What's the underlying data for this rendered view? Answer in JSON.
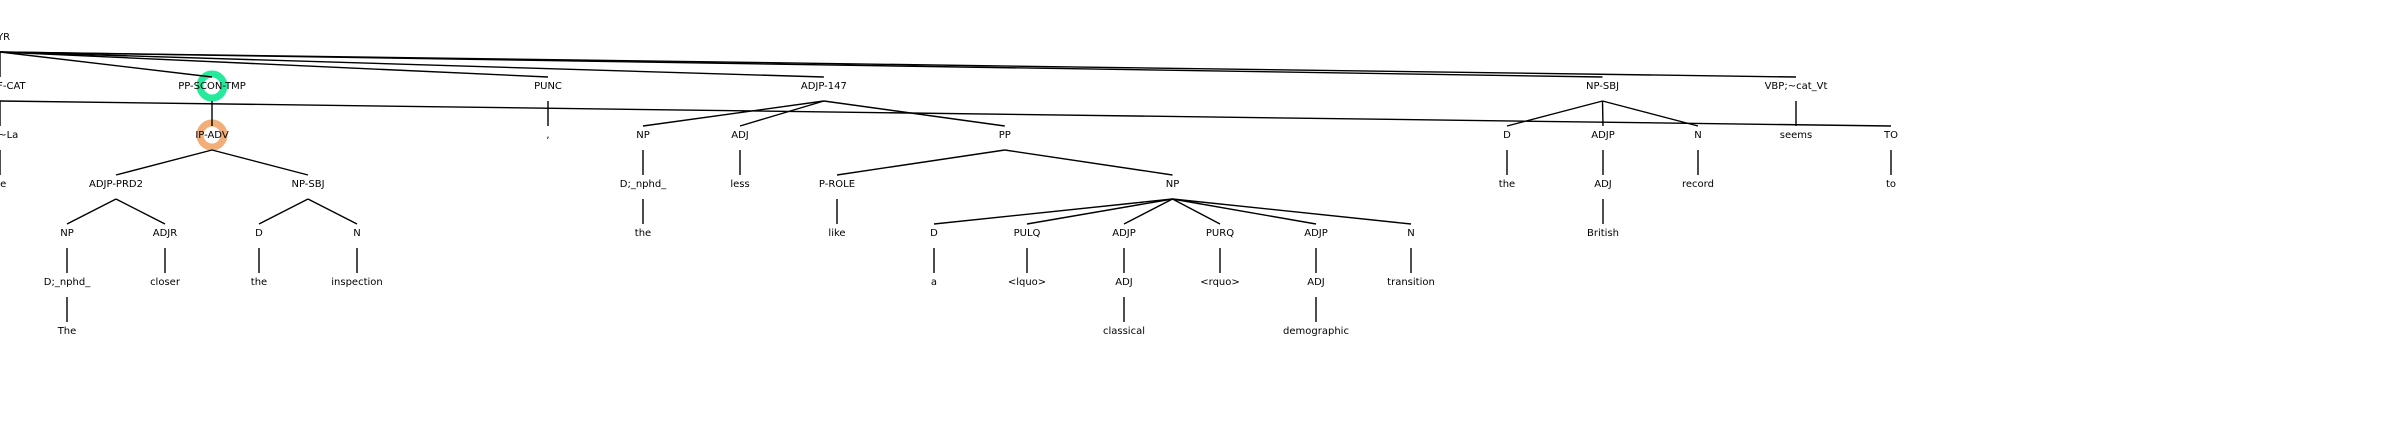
{
  "tree": {
    "label": "ILYR",
    "children": [
      {
        "label": "PP-SCON-TMP",
        "highlight": "green",
        "children": [
          {
            "label": "IP-ADV",
            "highlight": "orange",
            "children": [
              {
                "label": "ADJP-PRD2",
                "children": [
                  {
                    "label": "NP",
                    "children": [
                      {
                        "label": "D;_nphd_",
                        "children": [
                          {
                            "label": "The"
                          }
                        ]
                      }
                    ]
                  },
                  {
                    "label": "ADJR",
                    "children": [
                      {
                        "label": "closer"
                      }
                    ]
                  }
                ]
              },
              {
                "label": "NP-SBJ",
                "children": [
                  {
                    "label": "D",
                    "children": [
                      {
                        "label": "the"
                      }
                    ]
                  },
                  {
                    "label": "N",
                    "children": [
                      {
                        "label": "inspection"
                      }
                    ]
                  }
                ]
              }
            ]
          }
        ]
      },
      {
        "label": "PUNC",
        "children": [
          {
            "label": ","
          }
        ]
      },
      {
        "label": "ADJP-147",
        "children": [
          {
            "label": "NP",
            "children": [
              {
                "label": "D;_nphd_",
                "children": [
                  {
                    "label": "the"
                  }
                ]
              }
            ]
          },
          {
            "label": "ADJ",
            "children": [
              {
                "label": "less"
              }
            ]
          },
          {
            "label": "PP",
            "children": [
              {
                "label": "P-ROLE",
                "children": [
                  {
                    "label": "like"
                  }
                ]
              },
              {
                "label": "NP",
                "children": [
                  {
                    "label": "D",
                    "children": [
                      {
                        "label": "a"
                      }
                    ]
                  },
                  {
                    "label": "PULQ",
                    "children": [
                      {
                        "label": "<lquo>"
                      }
                    ]
                  },
                  {
                    "label": "ADJP",
                    "children": [
                      {
                        "label": "ADJ",
                        "children": [
                          {
                            "label": "classical"
                          }
                        ]
                      }
                    ]
                  },
                  {
                    "label": "PURQ",
                    "children": [
                      {
                        "label": "<rquo>"
                      }
                    ]
                  },
                  {
                    "label": "ADJP",
                    "children": [
                      {
                        "label": "ADJ",
                        "children": [
                          {
                            "label": "demographic"
                          }
                        ]
                      }
                    ]
                  },
                  {
                    "label": "N",
                    "children": [
                      {
                        "label": "transition"
                      }
                    ]
                  }
                ]
              }
            ]
          }
        ]
      },
      {
        "label": "NP-SBJ",
        "children": [
          {
            "label": "D",
            "children": [
              {
                "label": "the"
              }
            ]
          },
          {
            "label": "ADJP",
            "children": [
              {
                "label": "ADJ",
                "children": [
                  {
                    "label": "British"
                  }
                ]
              }
            ]
          },
          {
            "label": "N",
            "children": [
              {
                "label": "record"
              }
            ]
          }
        ]
      },
      {
        "label": "VBP;~cat_Vt",
        "children": [
          {
            "label": "seems"
          }
        ]
      },
      {
        "label": "IP-INF-CAT",
        "children": [
          {
            "label": "TO",
            "children": [
              {
                "label": "to"
              }
            ]
          },
          {
            "label": "BE;~La",
            "children": [
              {
                "label": "be"
              }
            ]
          }
        ]
      }
    ]
  },
  "colors": {
    "line": "#000000",
    "text": "#000000",
    "green": "#00e68a",
    "orange": "#f0a060"
  }
}
